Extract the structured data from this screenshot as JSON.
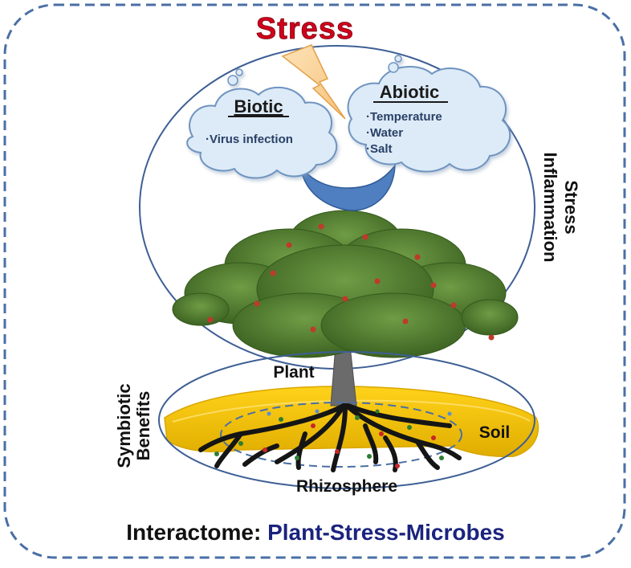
{
  "title": "Stress",
  "biotic": {
    "heading": "Biotic",
    "items": [
      "·Virus infection"
    ]
  },
  "abiotic": {
    "heading": "Abiotic",
    "items": [
      "·Temperature",
      "·Water",
      "·Salt"
    ]
  },
  "side_right": [
    "Stress",
    "Inflammation"
  ],
  "side_left": [
    "Symbiotic",
    "Benefits"
  ],
  "labels": {
    "plant": "Plant",
    "soil": "Soil",
    "rhizosphere": "Rhizosphere"
  },
  "footer": {
    "prefix": "Interactome: ",
    "highlight": "Plant-Stress-Microbes"
  },
  "colors": {
    "frame": "#4a6fa5",
    "stress_red": "#d0021b",
    "footer_navy": "#1a237e",
    "cloud_fill": "#dcebf7",
    "soil_yellow": "#f2c200",
    "foliage": "#4f7a2c",
    "trunk": "#6b6b6b",
    "bowl_blue": "#4f7fc0"
  },
  "icons": [
    "lightning-bolt-icon",
    "cloud-icon",
    "tree-icon",
    "root-network-icon"
  ]
}
